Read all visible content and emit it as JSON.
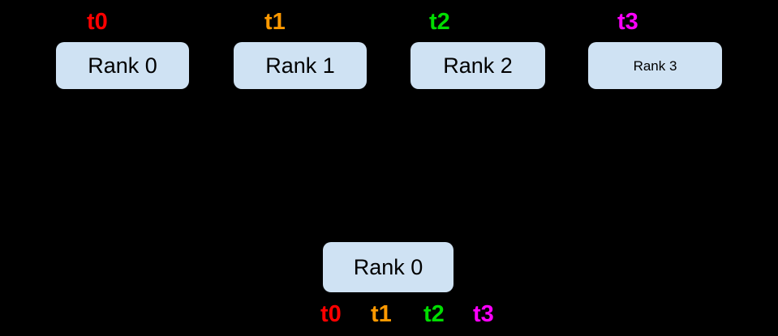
{
  "diagram": {
    "background_color": "#000000",
    "box_fill_color": "#cfe2f3",
    "box_text_color": "#000000"
  },
  "top_ranks": [
    {
      "label": "Rank 0",
      "thread": "t0",
      "thread_color": "#ff0000"
    },
    {
      "label": "Rank 1",
      "thread": "t1",
      "thread_color": "#ff9900"
    },
    {
      "label": "Rank 2",
      "thread": "t2",
      "thread_color": "#00dd00"
    },
    {
      "label": "Rank 3",
      "thread": "t3",
      "thread_color": "#ff00ff"
    }
  ],
  "bottom_rank": {
    "label": "Rank 0",
    "threads": [
      {
        "name": "t0",
        "color": "#ff0000"
      },
      {
        "name": "t1",
        "color": "#ff9900"
      },
      {
        "name": "t2",
        "color": "#00dd00"
      },
      {
        "name": "t3",
        "color": "#ff00ff"
      }
    ]
  }
}
